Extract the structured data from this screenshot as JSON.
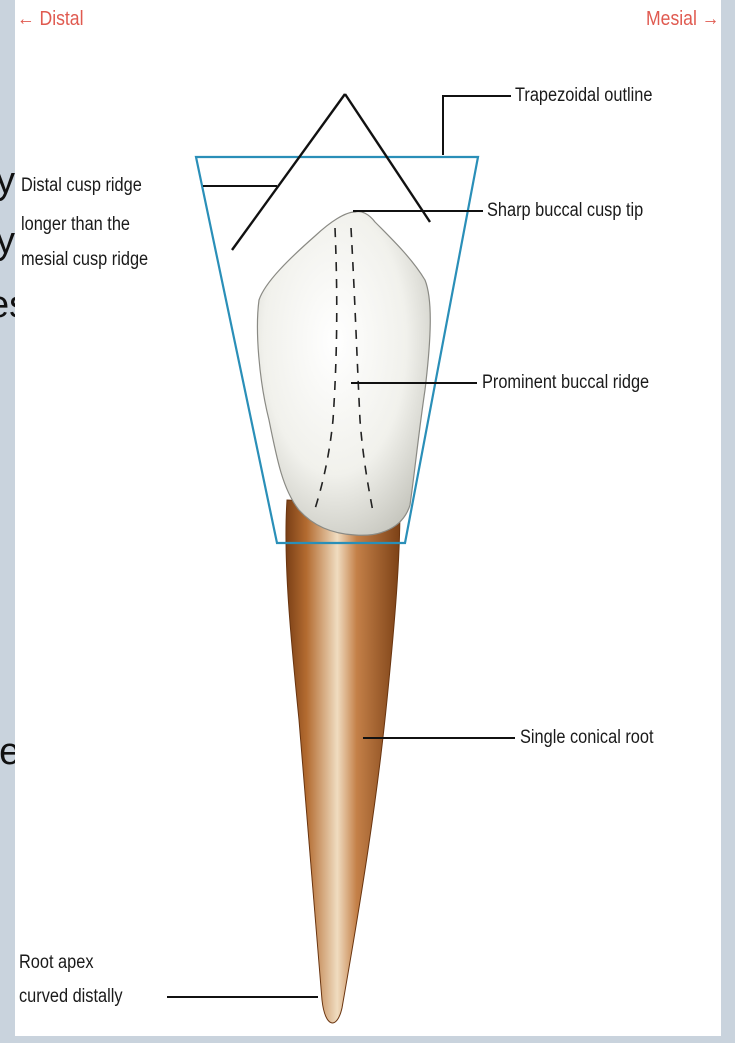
{
  "background_slide": {
    "text_fragments": [
      "y",
      "y",
      "es",
      "he"
    ]
  },
  "diagram": {
    "directions": {
      "left": "← Distal",
      "right": "Mesial →"
    },
    "labels": {
      "trapezoidal_outline": "Trapezoidal outline",
      "distal_cusp_ridge": [
        "Distal cusp ridge",
        "longer than the",
        "mesial cusp ridge"
      ],
      "sharp_buccal_cusp_tip": "Sharp buccal cusp tip",
      "prominent_buccal_ridge": "Prominent buccal ridge",
      "single_conical_root": "Single conical root",
      "root_apex": [
        "Root apex",
        "curved distally"
      ]
    },
    "colors": {
      "direction_text": "#e05a50",
      "trapezoid_outline": "#2a8fb8",
      "root": "#a8602a",
      "crown": "#f4f4f0"
    }
  }
}
